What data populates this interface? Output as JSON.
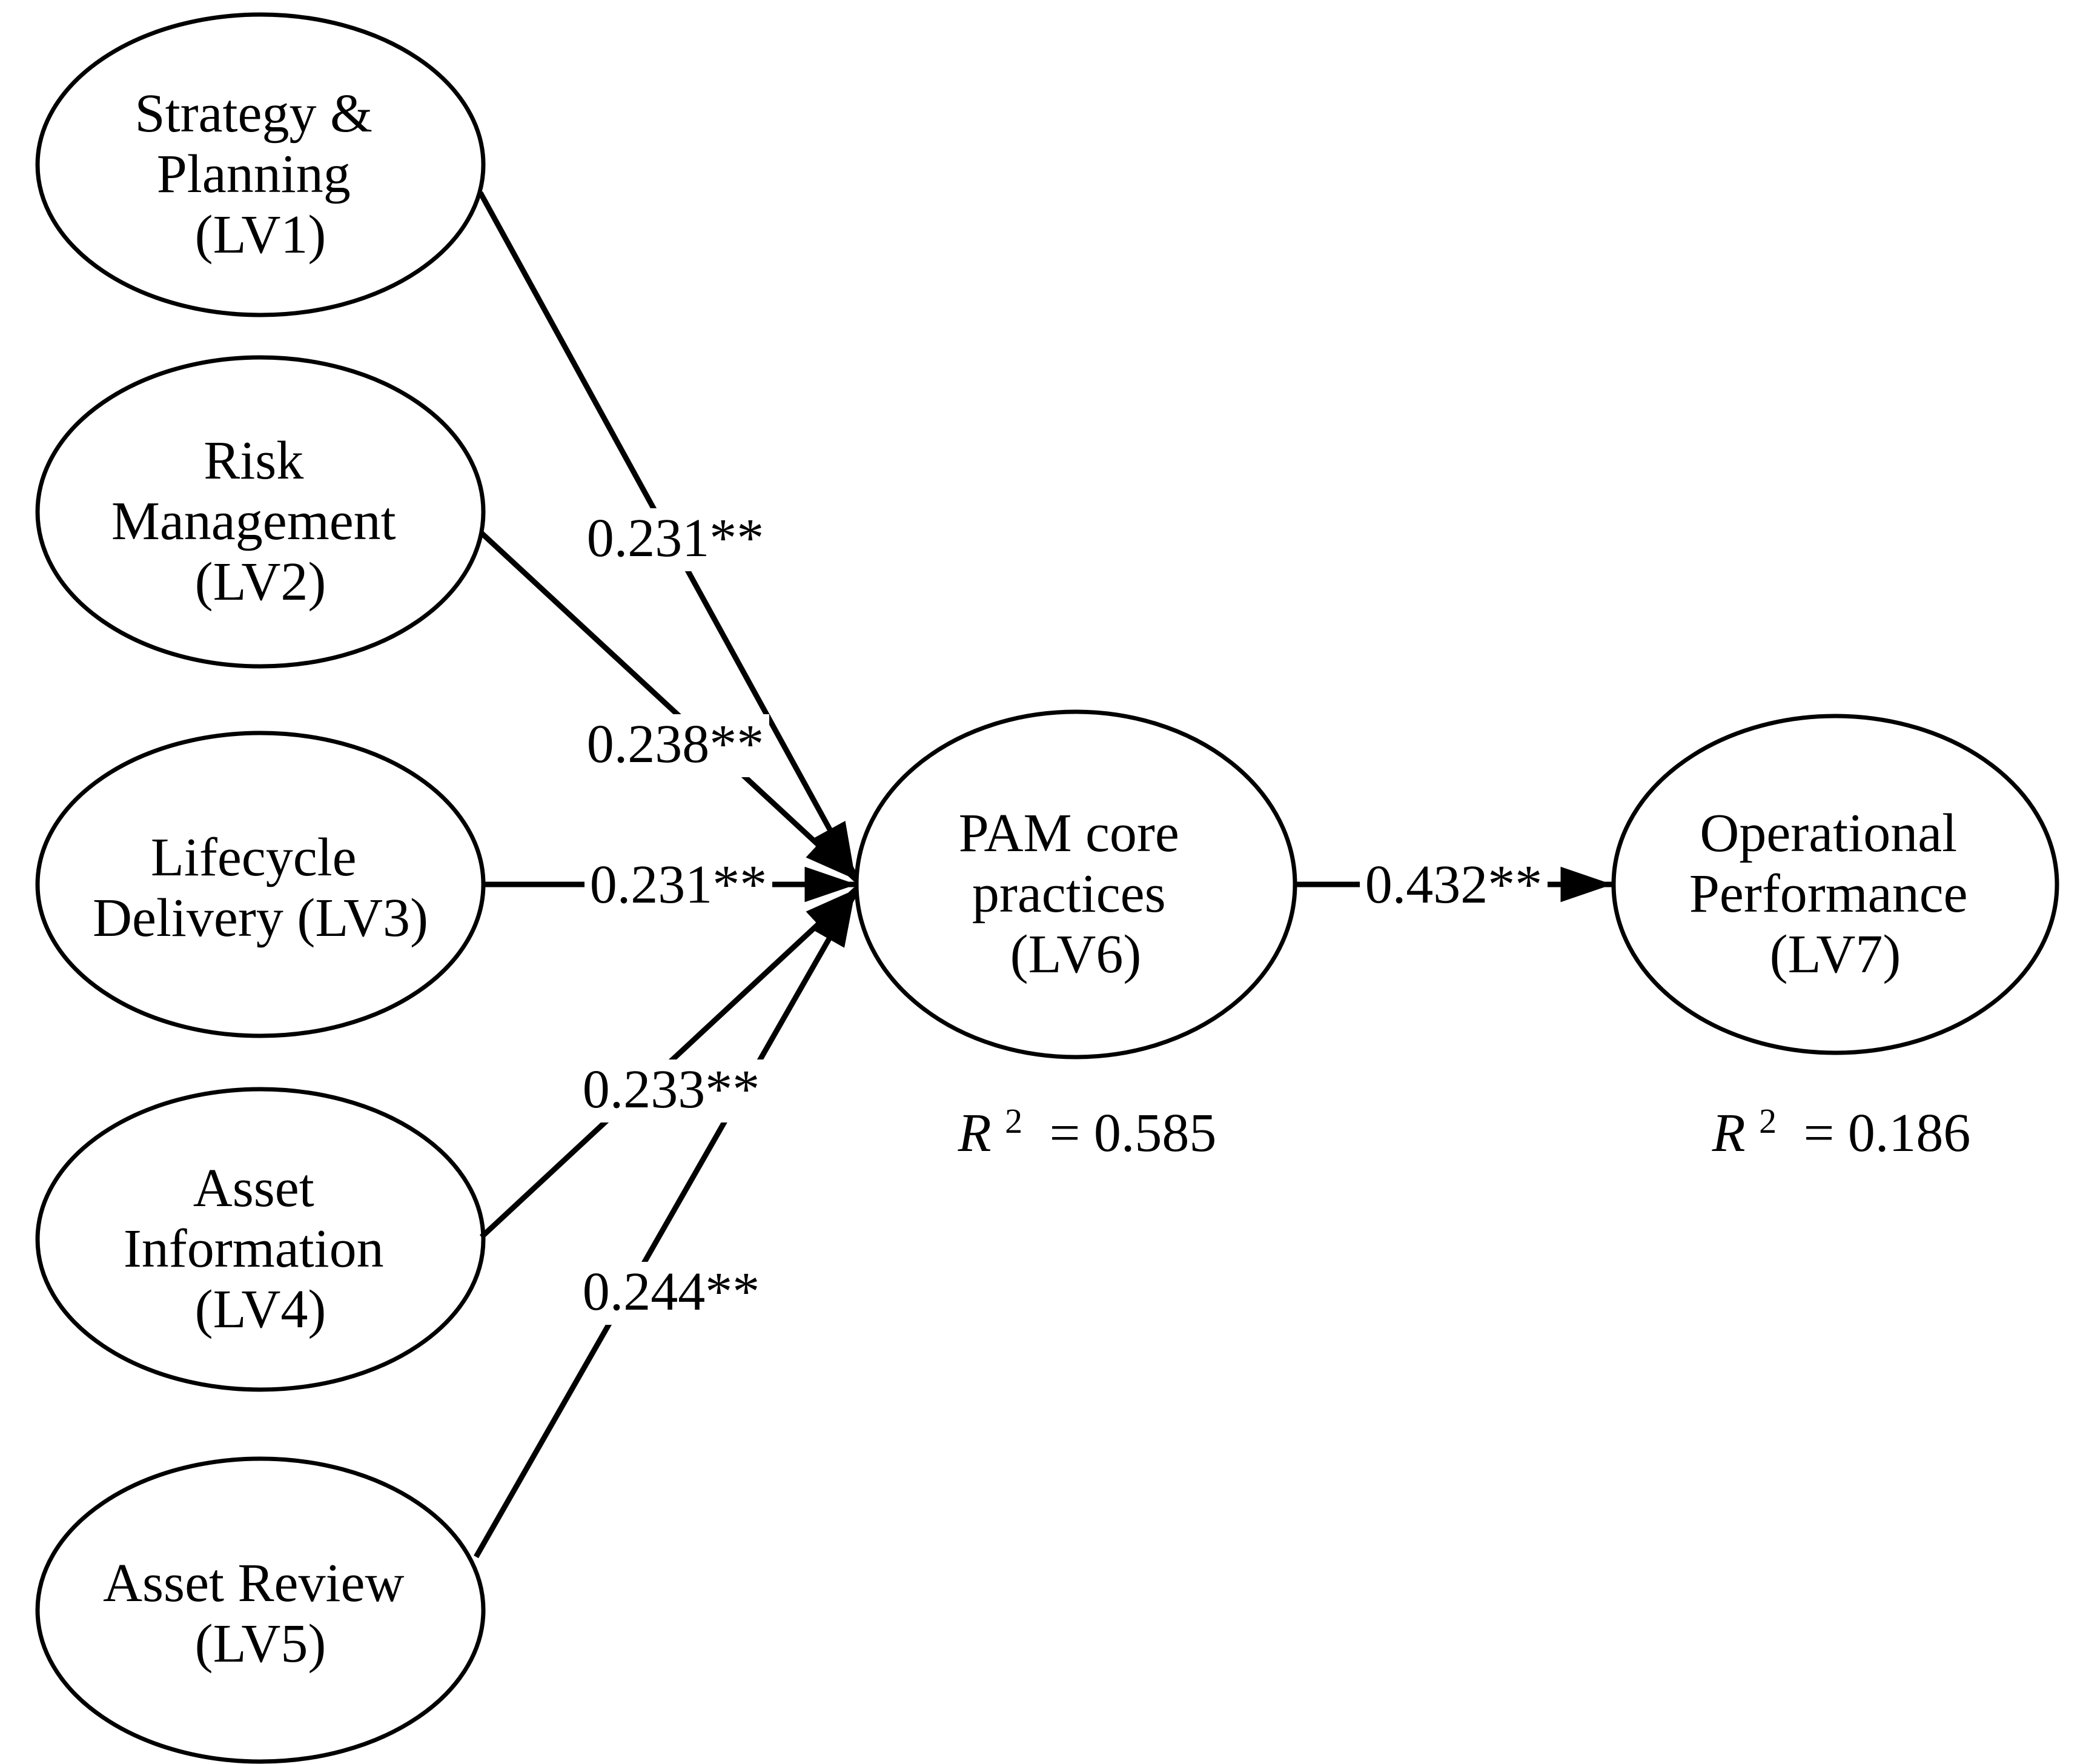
{
  "diagram": {
    "type": "sem-path-model",
    "background_color": "#ffffff",
    "stroke_color": "#000000",
    "nodes": [
      {
        "id": "lv1",
        "shape": "ellipse",
        "lines": [
          "Strategy &",
          "Planning",
          "(LV1)"
        ]
      },
      {
        "id": "lv2",
        "shape": "ellipse",
        "lines": [
          "Risk",
          "Management",
          "(LV2)"
        ]
      },
      {
        "id": "lv3",
        "shape": "ellipse",
        "lines": [
          "Lifecycle",
          "Delivery (LV3)"
        ]
      },
      {
        "id": "lv4",
        "shape": "ellipse",
        "lines": [
          "Asset",
          "Information",
          "(LV4)"
        ]
      },
      {
        "id": "lv5",
        "shape": "ellipse",
        "lines": [
          "Asset Review",
          "(LV5)"
        ]
      },
      {
        "id": "lv6",
        "shape": "ellipse",
        "lines": [
          "PAM core",
          "practices",
          "(LV6)"
        ]
      },
      {
        "id": "lv7",
        "shape": "ellipse",
        "lines": [
          "Operational",
          "Performance",
          "(LV7)"
        ]
      }
    ],
    "paths": [
      {
        "from": "lv1",
        "to": "lv6",
        "coefficient": "0.231**"
      },
      {
        "from": "lv2",
        "to": "lv6",
        "coefficient": "0.238**"
      },
      {
        "from": "lv3",
        "to": "lv6",
        "coefficient": "0.231**"
      },
      {
        "from": "lv4",
        "to": "lv6",
        "coefficient": "0.233**"
      },
      {
        "from": "lv5",
        "to": "lv6",
        "coefficient": "0.244**"
      },
      {
        "from": "lv6",
        "to": "lv7",
        "coefficient": "0.432**"
      }
    ],
    "r_squared": [
      {
        "node": "lv6",
        "r_symbol": "R",
        "superscript": "2",
        "value": "= 0.585"
      },
      {
        "node": "lv7",
        "r_symbol": "R",
        "superscript": "2",
        "value": "= 0.186"
      }
    ]
  }
}
